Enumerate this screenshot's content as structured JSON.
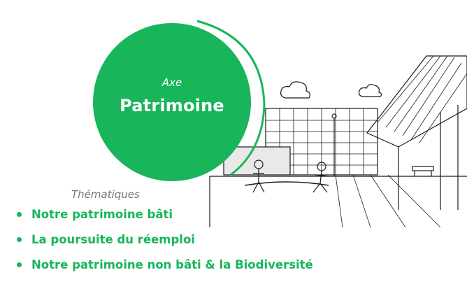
{
  "axis": {
    "kicker": "Axe",
    "title": "Patrimoine"
  },
  "themes": {
    "label": "Thématiques",
    "items": [
      "Notre patrimoine bâti",
      "La poursuite du réemploi",
      "Notre patrimoine non bâti & la Biodiversité"
    ]
  },
  "colors": {
    "accent": "#19b55a",
    "muted_text": "#777777",
    "background": "#ffffff",
    "ink": "#1a1a1a"
  },
  "illustration": {
    "subject": "line drawing of a courtyard with buildings, pergola, benches and children playing"
  }
}
